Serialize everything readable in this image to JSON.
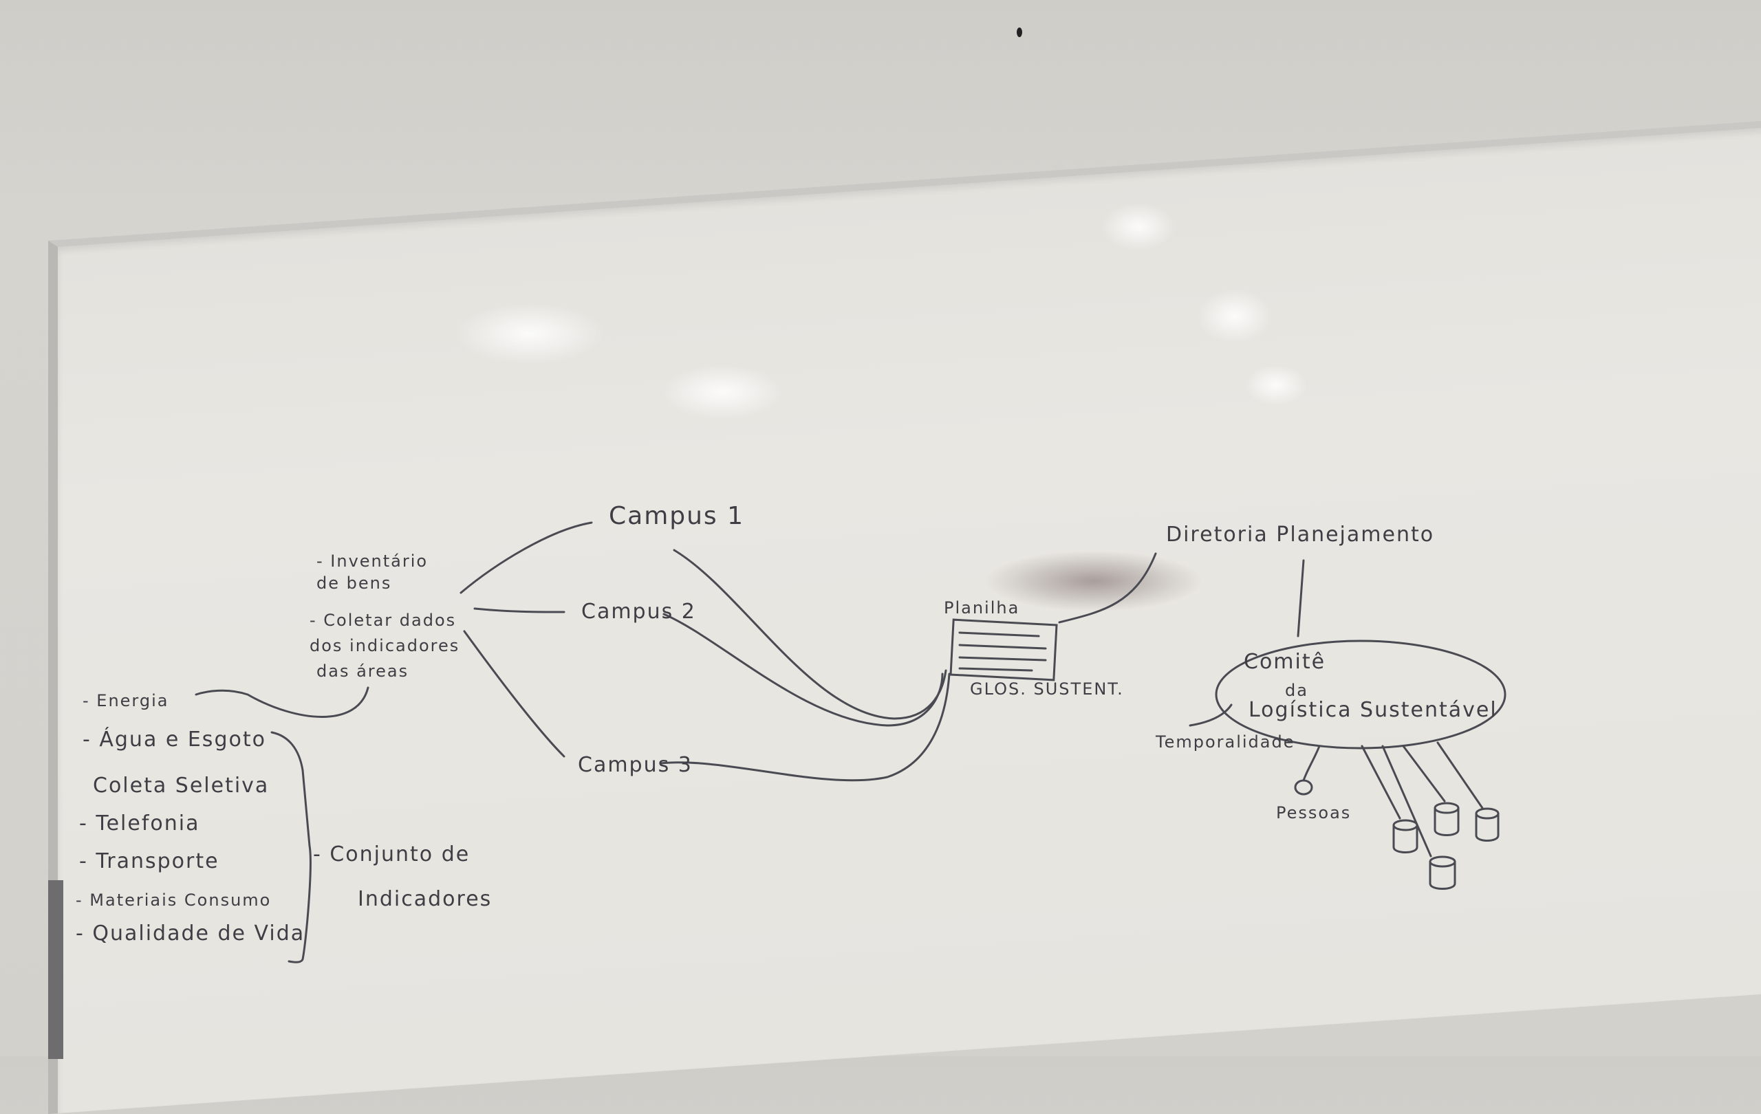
{
  "left_notes": {
    "inventario": "- Inventário de bens",
    "coletar": [
      "- Coletar dados",
      "dos indicadores",
      "das áreas"
    ]
  },
  "indicators": [
    "- Energia",
    "- Água e Esgoto",
    "Coleta Seletiva",
    "- Telefonia",
    "- Transporte",
    "- Materiais Consumo",
    "- Qualidade de Vida"
  ],
  "conjunto": [
    "- Conjunto de",
    "Indicadores"
  ],
  "campus": [
    "Campus 1",
    "Campus 2",
    "Campus 3"
  ],
  "planilha": {
    "title": "Planilha",
    "subtitle": "GLOS. SUSTENT."
  },
  "diretoria": "Diretoria Planejamento",
  "comite": [
    "Comitê",
    "da",
    "Logística Sustentável"
  ],
  "temporalidade": "Temporalidade",
  "pessoas": "Pessoas"
}
